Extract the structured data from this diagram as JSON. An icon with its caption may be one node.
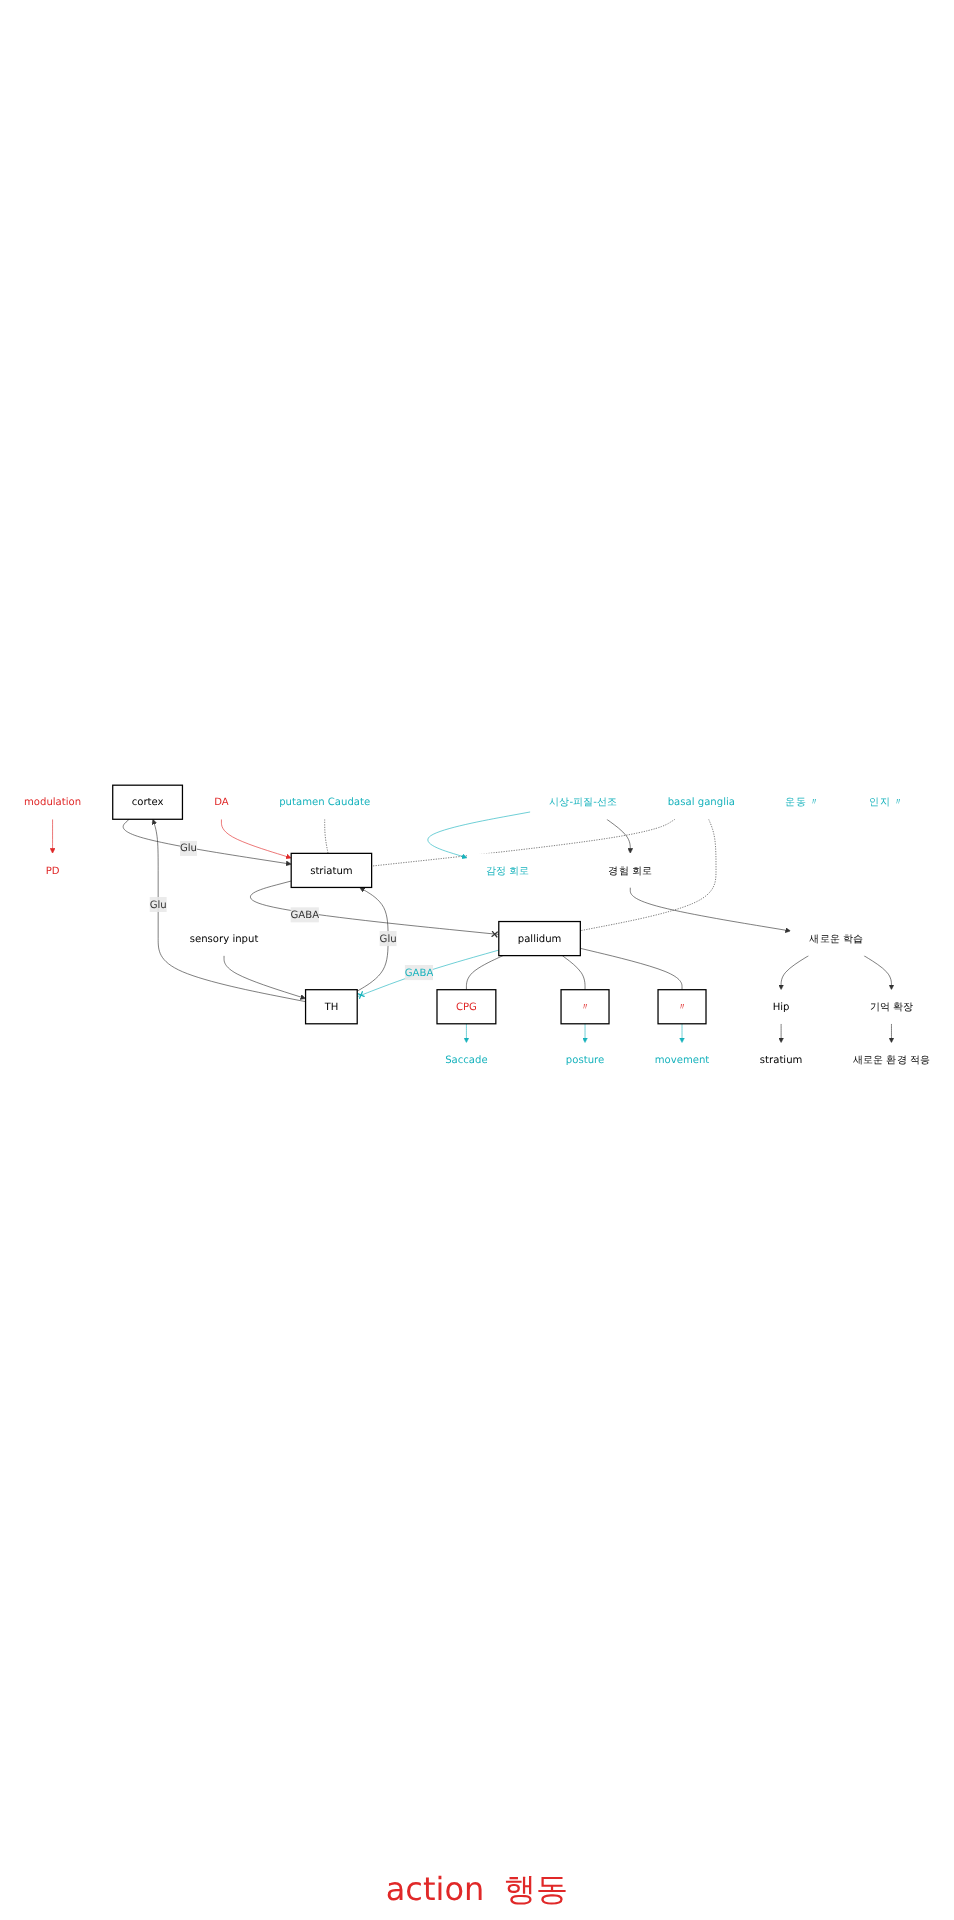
{
  "diagram": {
    "nodes": [
      {
        "text": [
          "cortex"
        ]
      },
      {
        "text": [
          "striatum"
        ]
      },
      {
        "text": [
          "pallidum"
        ]
      },
      {
        "text": [
          "TH"
        ]
      },
      {
        "text": [
          "sensory input"
        ]
      },
      {
        "text": [
          "CPG"
        ]
      },
      {
        "text": [
          "〃"
        ]
      },
      {
        "text": [
          "〃"
        ]
      },
      {
        "text": [
          "Saccade"
        ]
      },
      {
        "text": [
          "posture"
        ]
      },
      {
        "text": [
          "movement"
        ]
      },
      {
        "text": [
          "DA"
        ]
      },
      {
        "text": [
          "modulation"
        ]
      },
      {
        "text": [
          "PD"
        ]
      },
      {
        "text": [
          "putamen Caudate"
        ]
      },
      {
        "text": [
          "basal ganglia"
        ]
      },
      {
        "text": [
          "시상-피질-선조"
        ]
      },
      {
        "text": [
          "감정 회로"
        ]
      },
      {
        "text": [
          "운동 〃"
        ]
      },
      {
        "text": [
          "인지 〃"
        ]
      },
      {
        "text": [
          "경험 회로"
        ]
      },
      {
        "text": [
          "새로운 학습"
        ]
      },
      {
        "text": [
          "Hip"
        ]
      },
      {
        "text": [
          "stratium"
        ]
      },
      {
        "text": [
          "기억 확장"
        ]
      },
      {
        "text": [
          "새로운 환경 적응"
        ]
      }
    ],
    "edges": [
      {
        "from": 3,
        "to": 0,
        "arrow": "to",
        "label": "Glu"
      },
      {
        "from": 0,
        "to": 1,
        "arrow": "to",
        "label": "Glu"
      },
      {
        "from": 3,
        "to": 1,
        "arrow": "to",
        "label": "Glu"
      },
      {
        "from": 1,
        "to": 2,
        "arrow": "other",
        "label": "GABA"
      },
      {
        "from": 2,
        "to": 3,
        "arrow": "other",
        "label": "GABA",
        "color": "#19b3bd"
      },
      {
        "from": 4,
        "to": 3,
        "arrow": "to"
      },
      {
        "from": 2,
        "to": 5,
        "arrow": "none"
      },
      {
        "from": 2,
        "to": 6,
        "arrow": "none"
      },
      {
        "from": 2,
        "to": 7,
        "arrow": "none"
      },
      {
        "from": 5,
        "to": 8,
        "arrow": "to",
        "color": "#19b3bd"
      },
      {
        "from": 6,
        "to": 9,
        "arrow": "to",
        "color": "#19b3bd"
      },
      {
        "from": 7,
        "to": 10,
        "arrow": "to",
        "color": "#19b3bd"
      },
      {
        "from": 11,
        "to": 1,
        "arrow": "to",
        "color": "#e02828"
      },
      {
        "from": 12,
        "to": 13,
        "arrow": "to",
        "color": "#e02828"
      },
      {
        "from": 14,
        "to": 1,
        "arrow": "none",
        "style": "dashed"
      },
      {
        "from": 15,
        "to": 1,
        "arrow": "none",
        "style": "dashed"
      },
      {
        "from": 15,
        "to": 2,
        "arrow": "none",
        "style": "dashed"
      },
      {
        "from": 16,
        "to": 17,
        "arrow": "to",
        "color": "#19b3bd"
      },
      {
        "from": 16,
        "to": 20,
        "arrow": "to"
      },
      {
        "from": 20,
        "to": 21,
        "arrow": "to"
      },
      {
        "from": 21,
        "to": 22,
        "arrow": "to"
      },
      {
        "from": 22,
        "to": 23,
        "arrow": "to"
      },
      {
        "from": 21,
        "to": 24,
        "arrow": "to"
      },
      {
        "from": 24,
        "to": 25,
        "arrow": "to"
      }
    ],
    "labels": [
      "action",
      "행동"
    ]
  }
}
